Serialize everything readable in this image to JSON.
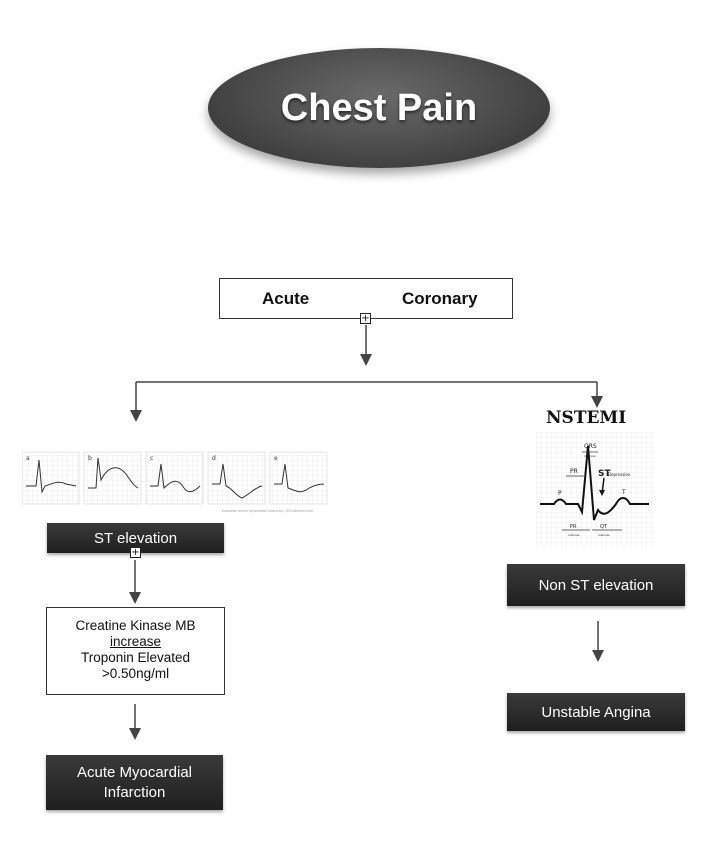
{
  "title": "Chest Pain",
  "acute_coronary": {
    "word1": "Acute",
    "word2": "Coronary"
  },
  "left_branch": {
    "ecg_panel_labels": [
      "a",
      "b",
      "c",
      "d",
      "e"
    ],
    "ecg_caption": "Evolution acute myocardial infarction | ECGlearner.com",
    "st_elevation": "ST elevation",
    "lab": {
      "line1": "Creatine Kinase MB",
      "line2": "increase",
      "line3": "Troponin Elevated",
      "line4": ">0.50ng/ml"
    },
    "outcome": {
      "line1": "Acute Myocardial",
      "line2": "Infarction"
    }
  },
  "right_branch": {
    "label": "NSTEMI",
    "ecg_labels": {
      "qrs": "QRS",
      "qrs_sub": "interval",
      "pr": "PR",
      "st": "ST",
      "depression": "Depression",
      "p": "P",
      "t": "T",
      "pr_bottom": "PR",
      "pr_bottom_sub": "interval",
      "qt": "QT",
      "qt_sub": "interval"
    },
    "non_st": "Non ST elevation",
    "unstable": "Unstable Angina"
  },
  "colors": {
    "oval_fill": "#4a4a4a",
    "box_fill": "#2a2a2a",
    "box_text": "#ffffff",
    "arrow": "#444444"
  }
}
